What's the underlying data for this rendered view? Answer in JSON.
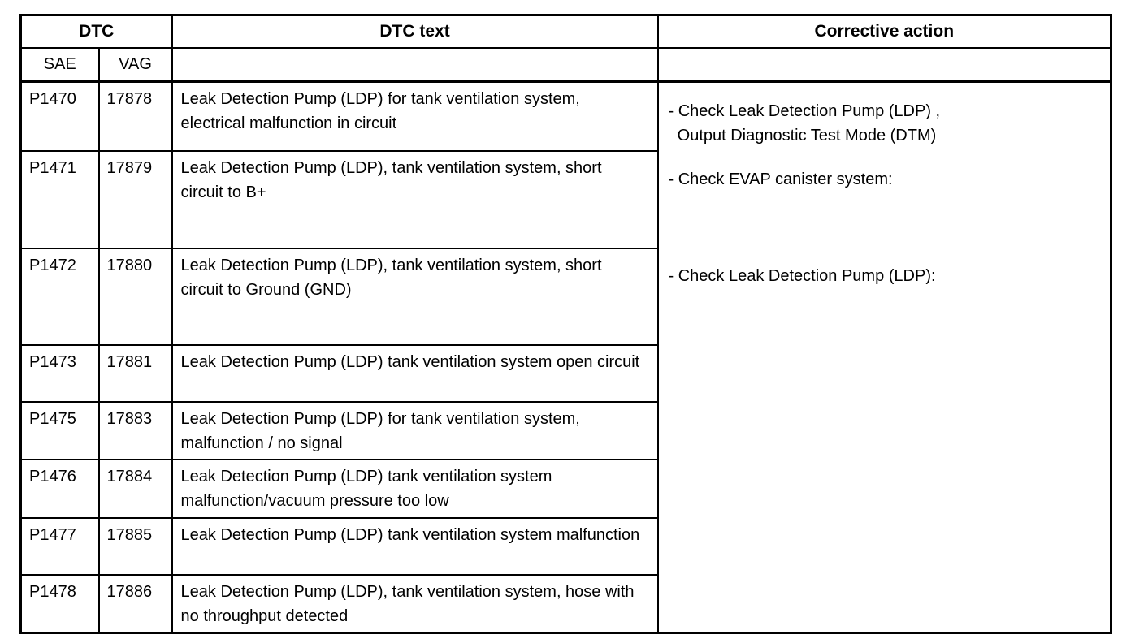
{
  "table": {
    "header": {
      "dtc": "DTC",
      "dtc_text": "DTC text",
      "corrective_action": "Corrective action"
    },
    "subheader": {
      "sae": "SAE",
      "vag": "VAG"
    },
    "rows": [
      {
        "sae": "P1470",
        "vag": "17878",
        "text": "Leak Detection Pump (LDP) for tank ventilation system, electrical malfunction in circuit"
      },
      {
        "sae": "P1471",
        "vag": "17879",
        "text": "Leak Detection Pump (LDP), tank ventilation system, short circuit to B+"
      },
      {
        "sae": "P1472",
        "vag": "17880",
        "text": "Leak Detection Pump (LDP), tank ventilation system, short circuit to Ground (GND)"
      },
      {
        "sae": "P1473",
        "vag": "17881",
        "text": "Leak Detection Pump (LDP) tank ventilation system open circuit"
      },
      {
        "sae": "P1475",
        "vag": "17883",
        "text": "Leak Detection Pump (LDP) for tank ventilation system, malfunction / no signal"
      },
      {
        "sae": "P1476",
        "vag": "17884",
        "text": "Leak Detection Pump (LDP) tank ventilation system malfunction/vacuum pressure too low"
      },
      {
        "sae": "P1477",
        "vag": "17885",
        "text": "Leak Detection Pump (LDP) tank ventilation system malfunction"
      },
      {
        "sae": "P1478",
        "vag": "17886",
        "text": "Leak Detection Pump (LDP), tank ventilation system, hose with no throughput detected"
      }
    ],
    "corrective_actions": [
      "- Check Leak Detection Pump (LDP) ,\n  Output Diagnostic Test Mode (DTM)",
      "- Check EVAP canister system:",
      "- Check Leak Detection Pump (LDP):"
    ],
    "colors": {
      "border": "#000000",
      "background": "#ffffff",
      "text": "#000000"
    }
  }
}
